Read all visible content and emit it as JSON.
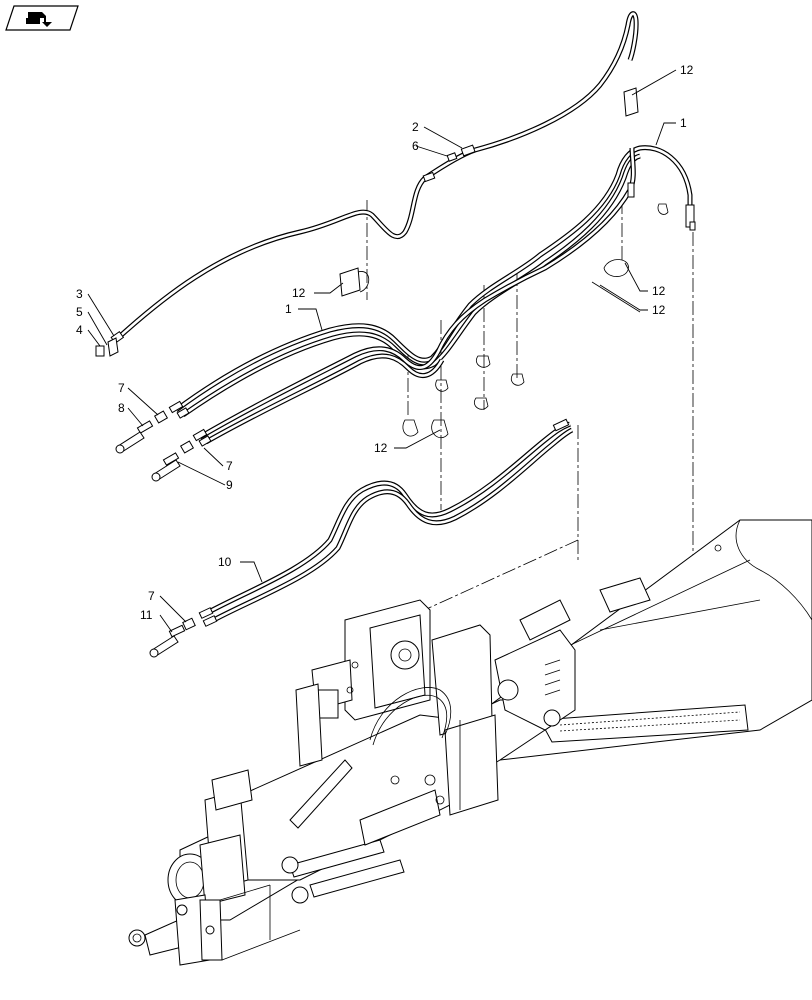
{
  "header": {
    "icon": "view-arrow-icon",
    "icon_description": "parallelogram badge with folded-page arrow"
  },
  "callouts": [
    "12",
    "1",
    "2",
    "6",
    "12",
    "3",
    "5",
    "4",
    "1",
    "7",
    "8",
    "7",
    "9",
    "12",
    "12",
    "12",
    "10",
    "7",
    "11"
  ]
}
